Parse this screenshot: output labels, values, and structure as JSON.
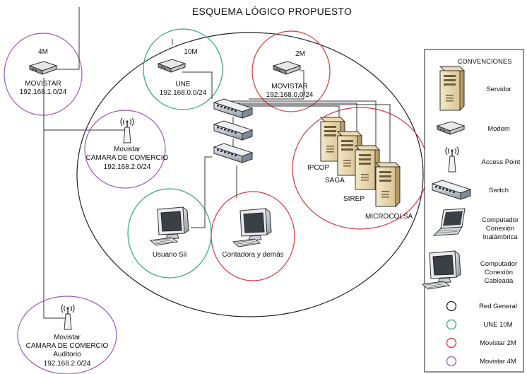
{
  "title": "ESQUEMA LÓGICO PROPUESTO",
  "nodes": {
    "movistar4m": {
      "bandwidth": "4M",
      "name": "MOVISTAR",
      "ip": "192.168.1.0/24"
    },
    "une": {
      "bandwidth": "10M",
      "name": "UNE",
      "ip": "192.168.0.0/24"
    },
    "movistar2m": {
      "bandwidth": "2M",
      "name": "MOVISTAR",
      "ip": "192.168.0.0/24"
    },
    "ap_camara": {
      "line1": "Movistar",
      "line2": "CAMARA DE COMERCIO",
      "line3": "192.168.2.0/24"
    },
    "ap_auditorio": {
      "line1": "Movistar",
      "line2": "CAMARA DE COMERCIO",
      "line3": "Auditorio",
      "line4": "192.168.2.0/24"
    },
    "servers": [
      "IPCOP",
      "SAGA",
      "SIREP",
      "MICROCOLSA"
    ],
    "pc_usuario": "Usuario Sii",
    "pc_contadora": "Contadora y demás"
  },
  "legend": {
    "title": "CONVENCIONES",
    "items": [
      {
        "icon": "server-icon",
        "label": "Servidor"
      },
      {
        "icon": "modem-icon",
        "label": "Modem"
      },
      {
        "icon": "access-point-icon",
        "label": "Access Point"
      },
      {
        "icon": "switch-icon",
        "label": "Switch"
      },
      {
        "icon": "laptop-icon",
        "label_lines": [
          "Computador",
          "Conexión",
          "Inalámbrica"
        ]
      },
      {
        "icon": "desktop-icon",
        "label_lines": [
          "Computador",
          "Conexión",
          "Cableada"
        ]
      },
      {
        "icon": "circle-icon",
        "label": "Red General",
        "color": "#222222"
      },
      {
        "icon": "circle-icon",
        "label": "UNE 10M",
        "color": "#2eaa6b"
      },
      {
        "icon": "circle-icon",
        "label": "Movistar 2M",
        "color": "#d9363e"
      },
      {
        "icon": "circle-icon",
        "label": "Movistar 4M",
        "color": "#9b59b6"
      }
    ]
  },
  "colors": {
    "general": "#222222",
    "une": "#2eaa6b",
    "movistar2m": "#d9363e",
    "movistar4m": "#9b59b6"
  }
}
